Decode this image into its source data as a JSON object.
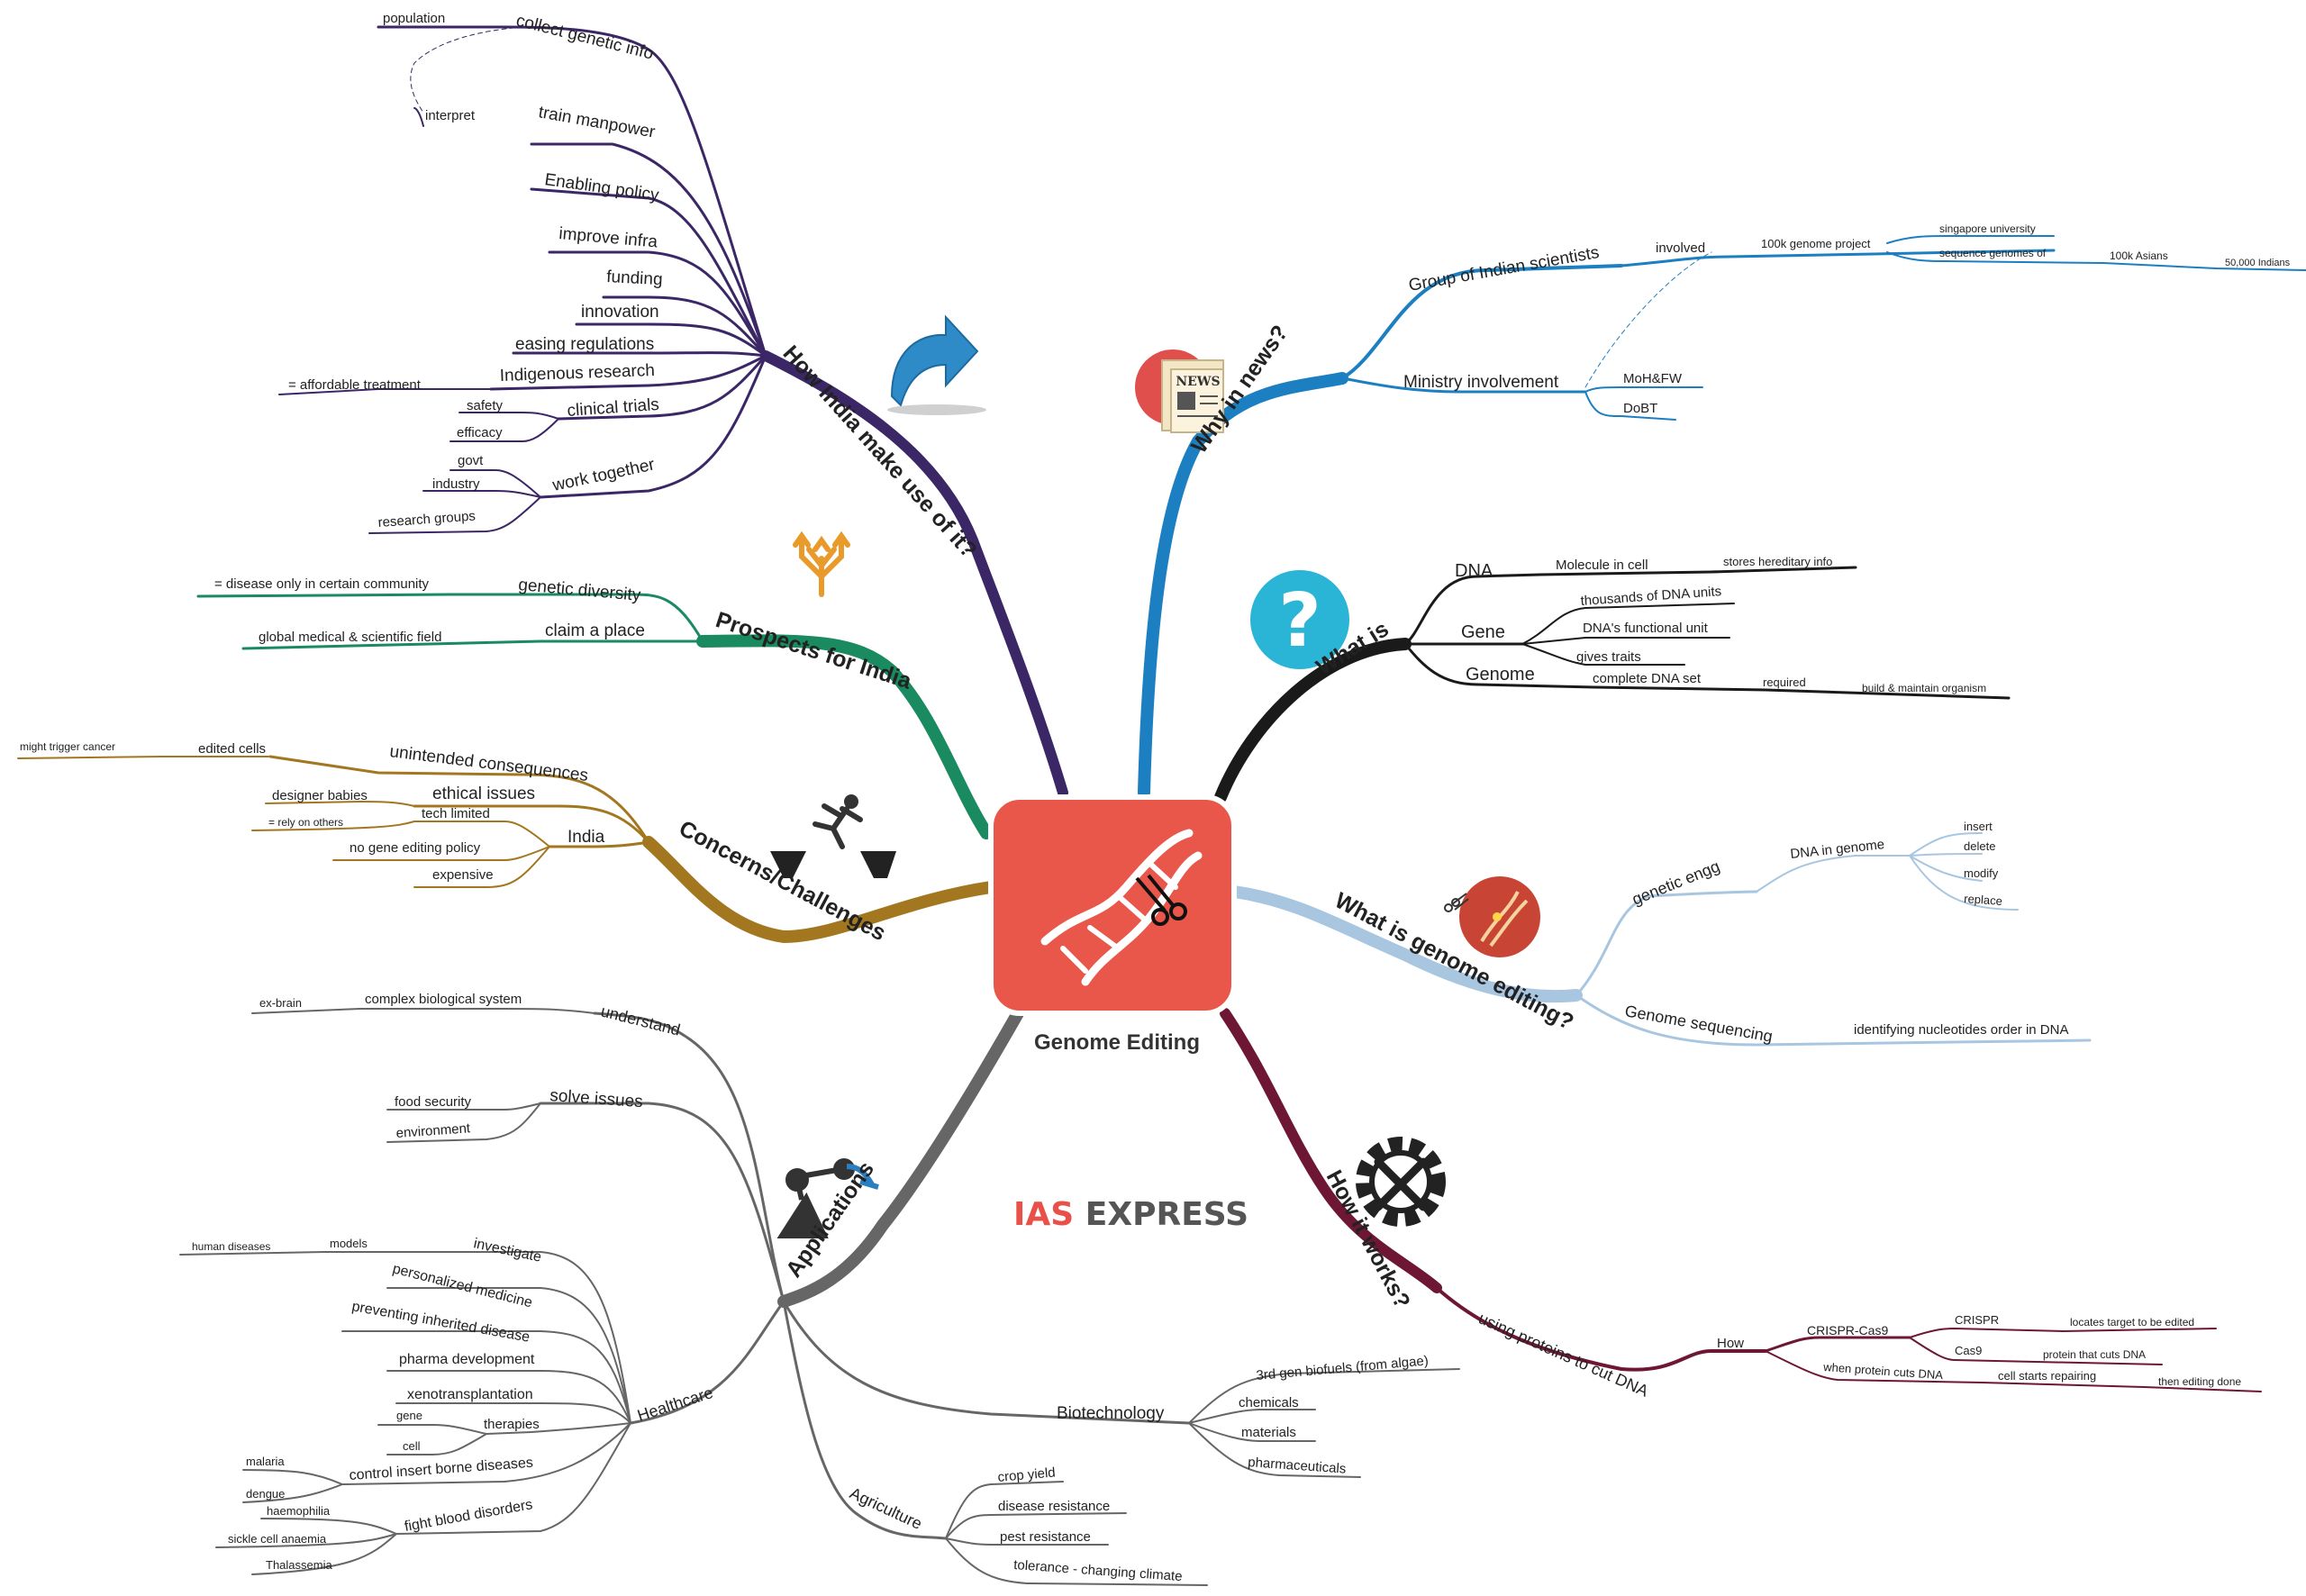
{
  "center": {
    "title": "Genome Editing"
  },
  "brand": {
    "part1": "IAS",
    "part2": "EXPRESS",
    "color1": "#e8514a",
    "color2": "#555555"
  },
  "colors": {
    "why_in_news": "#1b7fc1",
    "what_is": "#1a1a1a",
    "genome_editing": "#a9c6e0",
    "how_it_works": "#6e1734",
    "applications": "#666666",
    "concerns": "#a3771f",
    "prospects": "#1a8a60",
    "india_use": "#3b2666",
    "center_box": "#e8574a"
  },
  "icons": [
    "news-icon",
    "question-icon",
    "dna-scissors-icon",
    "gear-wrench-icon",
    "robot-arm-icon",
    "jumper-icon",
    "split-arrows-icon",
    "curved-arrow-icon",
    "dna-helix-icon"
  ],
  "branches": {
    "why_in_news": {
      "label": "Why in news?",
      "group": "Group of Indian scientists",
      "involved": "involved",
      "project": "100k genome project",
      "singapore": "singapore university",
      "sequence": "sequence genomes of",
      "asians": "100k Asians",
      "indians": "50,000 Indians",
      "ministry": "Ministry involvement",
      "mohfw": "MoH&FW",
      "dobt": "DoBT"
    },
    "what_is": {
      "label": "What is",
      "dna": "DNA",
      "molecule": "Molecule in cell",
      "stores": "stores hereditary info",
      "gene": "Gene",
      "thousands": "thousands of DNA units",
      "functional": "DNA's functional unit",
      "gives": "gives traits",
      "genome": "Genome",
      "complete": "complete DNA set",
      "required": "required",
      "build": "build & maintain organism"
    },
    "genome_editing": {
      "label": "What is genome editing?",
      "engg": "genetic engg",
      "dna_in_genome": "DNA in genome",
      "insert": "insert",
      "delete": "delete",
      "modify": "modify",
      "replace": "replace",
      "sequencing": "Genome sequencing",
      "identifying": "identifying nucleotides order in DNA"
    },
    "how_it_works": {
      "label": "How it works?",
      "using": "using proteins to cut DNA",
      "how": "How",
      "crispr_cas9": "CRISPR-Cas9",
      "crispr": "CRISPR",
      "locates": "locates target to be edited",
      "cas9": "Cas9",
      "protein_cuts": "protein that cuts DNA",
      "when": "when protein cuts DNA",
      "repairing": "cell starts repairing",
      "then": "then editing done"
    },
    "applications": {
      "label": "Applications",
      "understand": "understand",
      "complex": "complex biological system",
      "exbrain": "ex-brain",
      "solve": "solve issues",
      "food": "food security",
      "environment": "environment",
      "healthcare": "Healthcare",
      "investigate": "investigate",
      "models": "models",
      "human": "human diseases",
      "personalized": "personalized medicine",
      "preventing": "preventing inherited disease",
      "pharma": "pharma development",
      "xeno": "xenotransplantation",
      "therapies": "therapies",
      "gene": "gene",
      "cell": "cell",
      "control": "control insert borne diseases",
      "malaria": "malaria",
      "dengue": "dengue",
      "blood": "fight blood disorders",
      "haemophilia": "haemophilia",
      "sickle": "sickle cell anaemia",
      "thalassemia": "Thalassemia",
      "biotech": "Biotechnology",
      "biofuels": "3rd gen biofuels (from algae)",
      "chemicals": "chemicals",
      "materials": "materials",
      "pharmaceuticals": "pharmaceuticals",
      "agriculture": "Agriculture",
      "yield": "crop yield",
      "disease_res": "disease resistance",
      "pest": "pest resistance",
      "tolerance": "tolerance - changing climate"
    },
    "concerns": {
      "label": "Concerns/Challenges",
      "unintended": "unintended consequences",
      "edited": "edited cells",
      "cancer": "might trigger cancer",
      "ethical": "ethical issues",
      "designer": "designer babies",
      "india": "India",
      "tech": "tech limited",
      "rely": "= rely on others",
      "policy": "no gene editing policy",
      "expensive": "expensive"
    },
    "prospects": {
      "label": "Prospects for India",
      "diversity": "genetic diversity",
      "disease_only": "= disease only in certain community",
      "claim": "claim a place",
      "global": "global medical & scientific field"
    },
    "india_use": {
      "label": "How India make use of it?",
      "collect": "collect genetic info",
      "population": "population",
      "train": "train manpower",
      "interpret": "interpret",
      "policy": "Enabling policy",
      "infra": "improve infra",
      "funding": "funding",
      "innovation": "innovation",
      "easing": "easing regulations",
      "research": "Indigenous research",
      "affordable": "= affordable treatment",
      "trials": "clinical trials",
      "safety": "safety",
      "efficacy": "efficacy",
      "work": "work together",
      "govt": "govt",
      "industry": "industry",
      "groups": "research groups"
    }
  }
}
